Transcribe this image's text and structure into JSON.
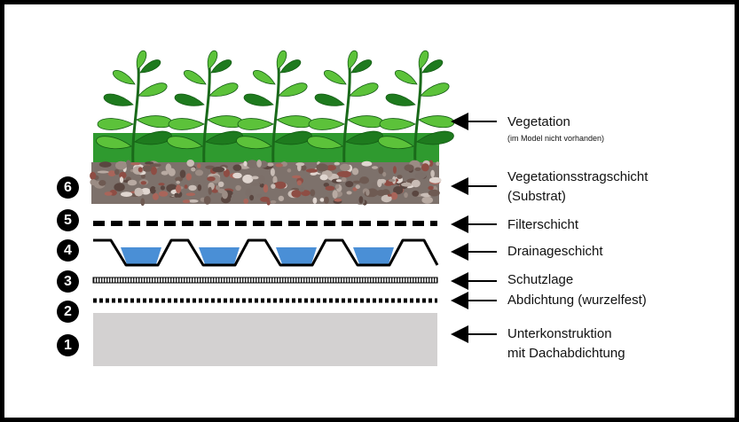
{
  "layers": [
    {
      "number": "",
      "label": "Vegetation",
      "sublabel": "(im Model nicht vorhanden)"
    },
    {
      "number": "6",
      "label": "Vegetationsstragschicht",
      "label2": "(Substrat)"
    },
    {
      "number": "5",
      "label": "Filterschicht"
    },
    {
      "number": "4",
      "label": "Drainageschicht"
    },
    {
      "number": "3",
      "label": "Schutzlage"
    },
    {
      "number": "2",
      "label": "Abdichtung (wurzelfest)"
    },
    {
      "number": "1",
      "label": "Unterkonstruktion",
      "label2": "mit Dachabdichtung"
    }
  ],
  "colors": {
    "leaf_dark": "#1e7a1e",
    "leaf_light": "#5cc23a",
    "gravel": "#8a7a72",
    "water": "#4a8fd6",
    "substructure": "#d3d1d1"
  }
}
